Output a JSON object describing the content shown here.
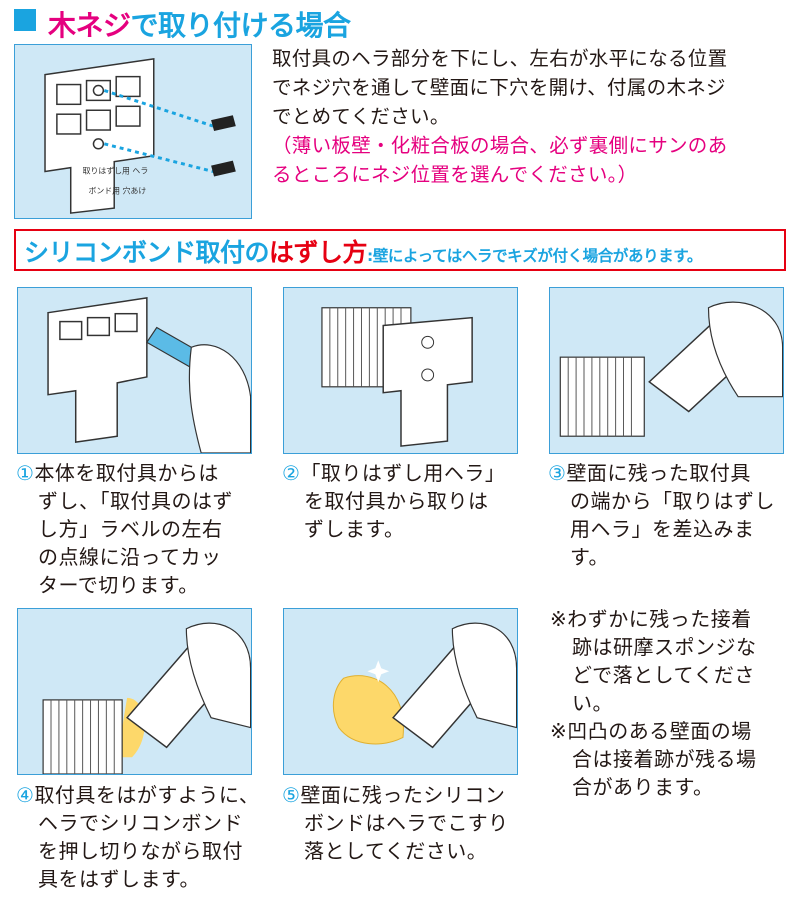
{
  "title": {
    "prefix": "木ネジ",
    "rest": "で取り付ける場合"
  },
  "wood_screw": {
    "lines": [
      "取付具のヘラ部分を下にし、左右が水平になる位置",
      "でネジ穴を通して壁面に下穴を開け、付属の木ネジ",
      "でとめてください。"
    ],
    "note_lines": [
      "（薄い板壁・化粧合板の場合、必ず裏側にサンのあ",
      "るところにネジ位置を選んでください。）"
    ],
    "illustration": {
      "spatula_label": "取りはずし用\nヘラ",
      "hole_label": "ボンド用\n穴あけ"
    }
  },
  "banner": {
    "heading_a": "シリコンボンド取付の",
    "heading_b": "はずし方",
    "note": ":壁によってはヘラでキズが付く場合があります。"
  },
  "steps": [
    {
      "num": "①",
      "lines": [
        "本体を取付具からは",
        "ずし、「取付具のはず",
        "し方」ラベルの左右",
        "の点線に沿ってカッ",
        "ターで切ります。"
      ]
    },
    {
      "num": "②",
      "lines": [
        "「取りはずし用ヘラ」",
        "を取付具から取りは",
        "ずします。"
      ]
    },
    {
      "num": "③",
      "lines": [
        "壁面に残った取付具",
        "の端から「取りはずし",
        "用ヘラ」を差込みま",
        "す。"
      ]
    },
    {
      "num": "④",
      "lines": [
        "取付具をはがすように、",
        "ヘラでシリコンボンド",
        "を押し切りながら取付",
        "具をはずします。"
      ]
    },
    {
      "num": "⑤",
      "lines": [
        "壁面に残ったシリコン",
        "ボンドはヘラでこすり",
        "落としてください。"
      ]
    }
  ],
  "notes": [
    {
      "mark": "※",
      "lines": [
        "わずかに残った接着",
        "跡は研摩スポンジな",
        "どで落としてください。"
      ]
    },
    {
      "mark": "※",
      "lines": [
        "凹凸のある壁面の場",
        "合は接着跡が残る場",
        "合があります。"
      ]
    }
  ],
  "colors": {
    "accent_blue": "#1aa4e0",
    "magenta": "#e5007f",
    "red": "#e60012",
    "panel_bg": "#cfe8f6"
  }
}
